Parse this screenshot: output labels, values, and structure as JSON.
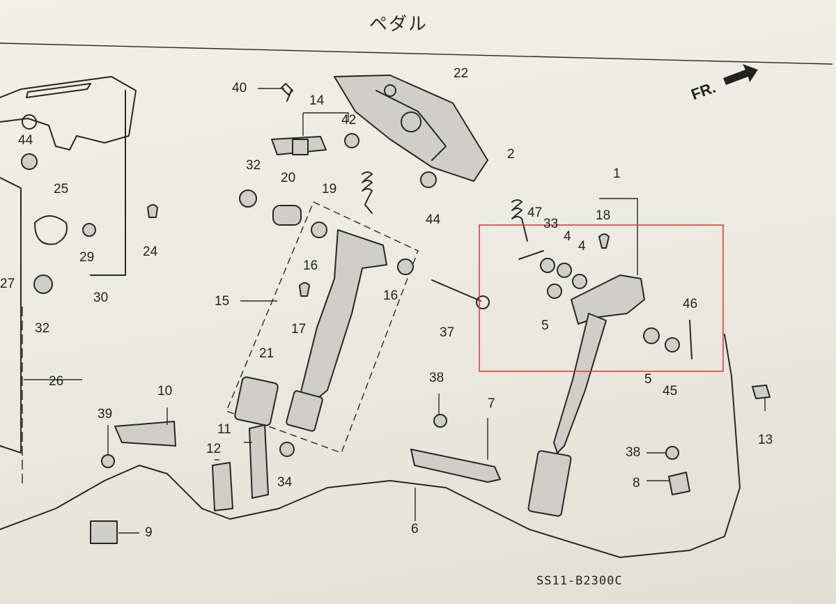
{
  "title": "ペダル",
  "direction_label": "FR.",
  "diagram_code": "SS11-B2300C",
  "highlight_color": "#e03030",
  "part_numbers": [
    "1",
    "2",
    "4",
    "4",
    "5",
    "5",
    "6",
    "7",
    "8",
    "9",
    "10",
    "11",
    "12",
    "13",
    "14",
    "15",
    "16",
    "16",
    "17",
    "18",
    "19",
    "20",
    "21",
    "22",
    "24",
    "25",
    "26",
    "27",
    "29",
    "30",
    "32",
    "32",
    "33",
    "34",
    "37",
    "38",
    "38",
    "39",
    "40",
    "42",
    "44",
    "44",
    "45",
    "46",
    "47"
  ]
}
